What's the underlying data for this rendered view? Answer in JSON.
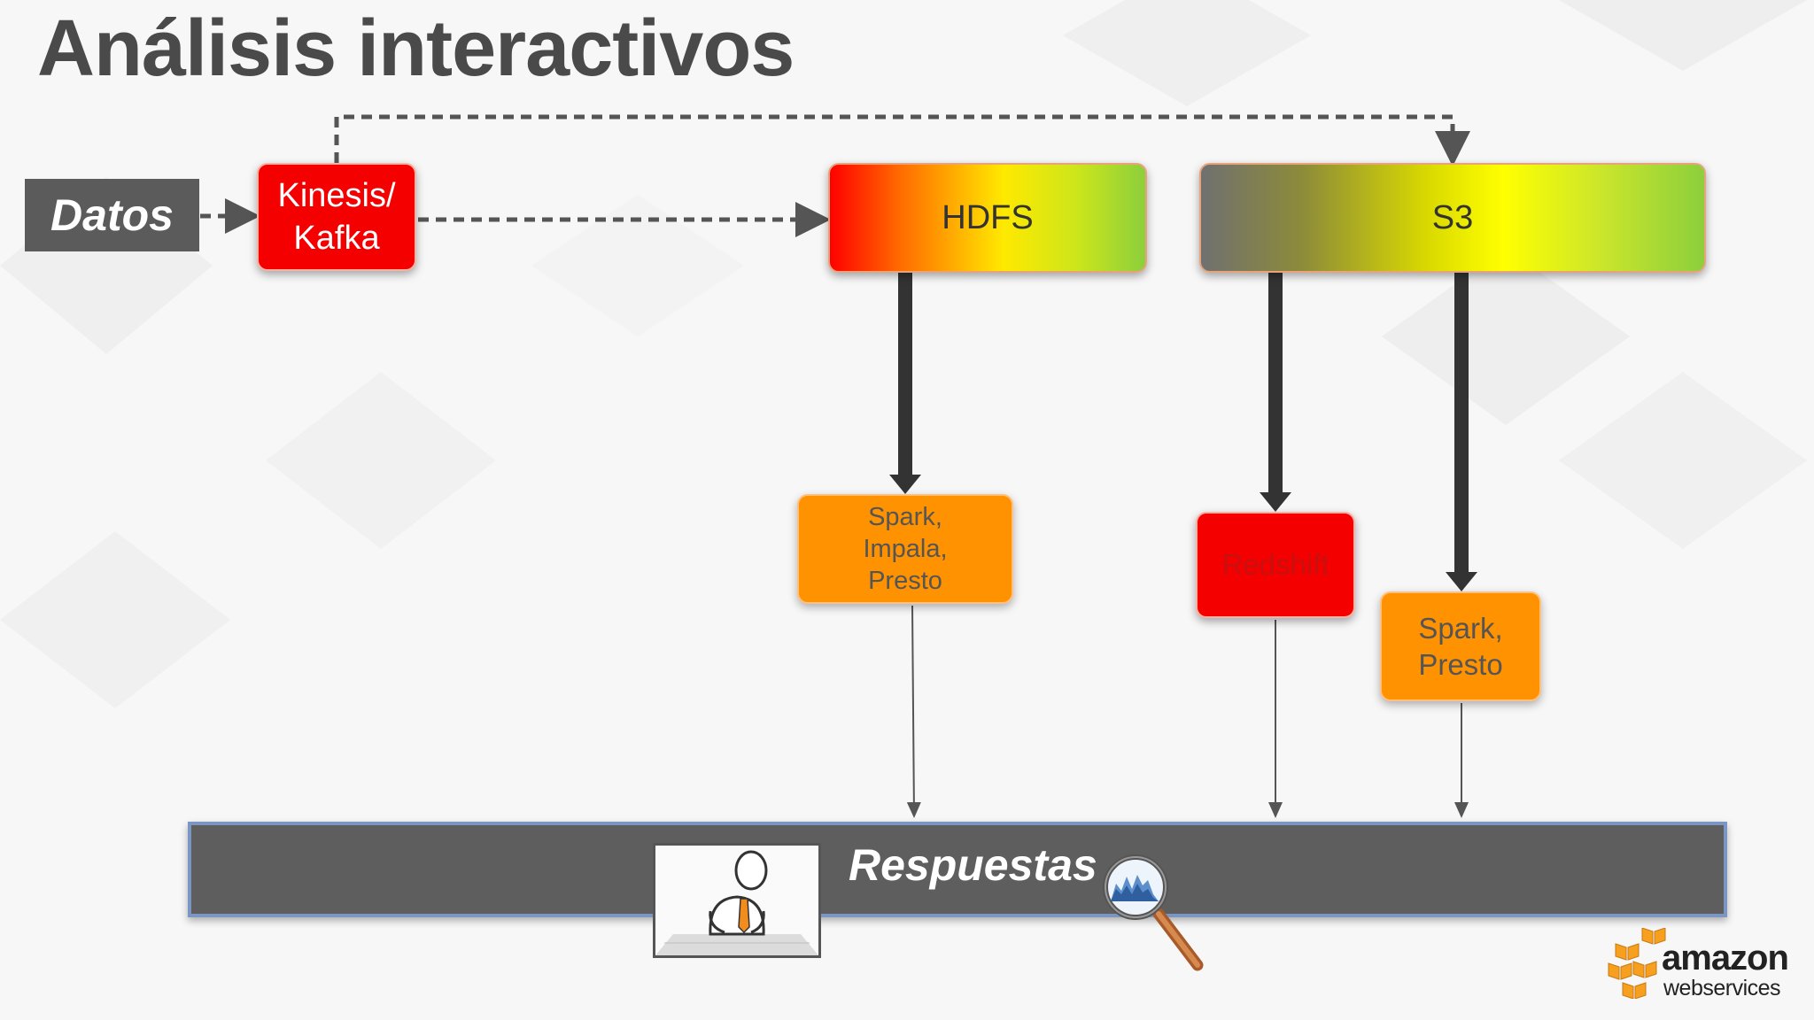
{
  "slide": {
    "title": "Análisis interactivos"
  },
  "nodes": {
    "datos": "Datos",
    "kinesis_line1": "Kinesis/",
    "kinesis_line2": "Kafka",
    "hdfs": "HDFS",
    "s3": "S3",
    "spark_impala_presto": [
      "Spark,",
      "Impala,",
      "Presto"
    ],
    "redshift": "Redshift",
    "spark_presto": [
      "Spark,",
      "Presto"
    ],
    "respuestas": "Respuestas"
  },
  "logo": {
    "amazon": "amazon",
    "webservices": "webservices",
    "accent_color": "#f7a020"
  },
  "colors": {
    "red": "#f50000",
    "orange": "#ff9200",
    "gray": "#5e5e5e"
  }
}
